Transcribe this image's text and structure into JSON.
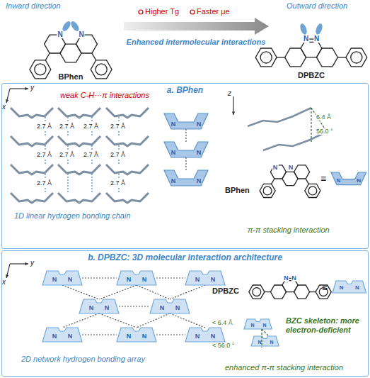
{
  "diagram": {
    "nodes": [
      {
        "text": [
          "a. BPhen"
        ]
      },
      {
        "text": [
          "b. DPBZC: 3D molecular interaction architecture"
        ]
      }
    ],
    "labels": [
      "Inward direction",
      "Outward direction",
      "BPhen",
      "DPBZC",
      "Higher Tg",
      "Faster μe",
      "Enhanced intermolecular interactions",
      "x",
      "y",
      "weak C-H···π interactions",
      "2.7 Å",
      "2.7 Å",
      "2.7 Å",
      "2.7 Å",
      "2.7 Å",
      "2.7 Å",
      "2.7 Å",
      "2.7 Å",
      "2.7 Å",
      "2.7 Å",
      "1D linear hydrogen bonding chain",
      "z",
      "6.4 Å",
      "56.0 °",
      "BPhen",
      "≡",
      "π-π stacking interaction",
      "x",
      "y",
      "2D network hydrogen bonding array",
      "DPBZC",
      "≡",
      "< 6.4 Å",
      "< 56.0 °",
      "BZC skeleton: more electron-deficient",
      "enhanced π-π stacking interaction",
      "N",
      "N",
      "N",
      "N",
      "N",
      "N",
      "N",
      "N",
      "N",
      "N",
      "N",
      "N",
      "N",
      "N",
      "N",
      "N",
      "N",
      "N",
      "N",
      "N",
      "N",
      "N",
      "N",
      "N",
      "N",
      "N",
      "N",
      "N",
      "N",
      "N",
      "N",
      "N",
      "N",
      "N",
      "N",
      "N",
      "N",
      "N"
    ]
  }
}
